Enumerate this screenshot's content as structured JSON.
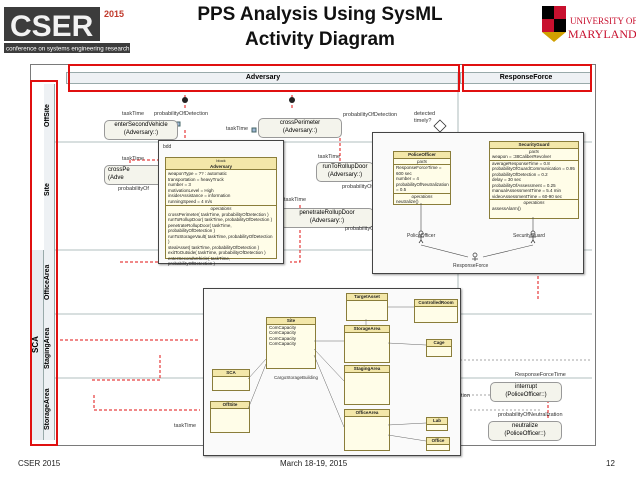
{
  "slide": {
    "title_line1": "PPS Analysis Using SysML",
    "title_line2": "Activity Diagram",
    "footer_left": "CSER 2015",
    "footer_center": "March 18-19, 2015",
    "footer_right": "12"
  },
  "cser_logo": {
    "text": "CSER",
    "year": "2015",
    "subtitle": "conference on systems engineering research"
  },
  "umd_logo": {
    "line1": "UNIVERSITY OF",
    "line2": "MARYLAND"
  },
  "swimlanes": {
    "columns": [
      "Adversary",
      "ResponseForce"
    ],
    "rows": [
      "OffSite",
      "Site",
      "OfficeArea",
      "StagingArea",
      "StorageArea"
    ],
    "group": "SCA"
  },
  "actions": {
    "enter_second_vehicle": {
      "name": "enterSecondVehicle",
      "owner": "(Adversary::)"
    },
    "cross_perimeter": {
      "name": "crossPerimeter",
      "owner": "(Adversary::)"
    },
    "run_to_rollup_door": {
      "name": "runToRollupDoor",
      "owner": "(Adversary::)"
    },
    "penetrate_rollup_door": {
      "name": "penetrateRollupDoor",
      "owner": "(Adversary::)"
    },
    "cross_pe": {
      "name": "crossPe",
      "owner": "(Adve"
    },
    "interrupt": {
      "name": "interrupt",
      "owner": "(PoliceOfficer::)"
    },
    "neutralize": {
      "name": "neutralize",
      "owner": "(PoliceOfficer::)"
    }
  },
  "flow_labels": {
    "task_time_1": "taskTime",
    "prob_detection_1": "probabilityOfDetection",
    "task_time_2": "taskTime",
    "prob_detection_2": "probabilityOfDetection",
    "detected_timely": "detected timely?",
    "task_time_3": "taskTime",
    "task_time_4": "taskTime",
    "prob_of_1": "probabilityOf",
    "task_time_5": "taskTime",
    "prob_detection_3": "probabilityOfDetection",
    "prob_detection_4": "probabilityOfD",
    "response_force_time": "ResponseForceTime",
    "prob_neutralization": "probabilityOfNeutralization",
    "prob_detection_5": "ption",
    "task_time_6": "taskTime"
  },
  "adversary_class": {
    "stereotype": "block",
    "name": "Adversary",
    "attrs": [
      "weaponType = ?? : automatic",
      "transportation = heavyTruck",
      "number = 3",
      "motivationLevel = High",
      "insiderAssistance = information",
      "runningSpeed = 4 m/s"
    ],
    "ops_header": "operations",
    "ops": [
      "crossPerimeter( taskTime, probabilityOfDetection )",
      "runToRollupDoor( taskTime, probabilityOfDetection )",
      "penetrateRollupDoor( taskTime, probabilityOfDetection )",
      "runToStorageVault( taskTime, probabilityOfDetection )",
      "stealAsset( taskTime, probabilityOfDetection )",
      "exitToOutside( taskTime, probabilityOfDetection )",
      "enterSecondVehicle( taskTime, probabilityOfDetection )"
    ]
  },
  "response_classes": {
    "police": {
      "name": "PoliceOfficer",
      "parts_header": "parts",
      "attrs": [
        "ResponseForceTime = 600 sec",
        "number = 4",
        "probabilityOfNeutralization = 0.5"
      ],
      "ops_header": "operations",
      "ops": [
        "neutralize()"
      ]
    },
    "guard": {
      "name": "SecurityGuard",
      "parts_header": "parts",
      "parts": [
        "weapon = :38CaliberRevolver"
      ],
      "attrs": [
        "averageResponseTime = 0.8",
        "probabilityOfGuardCommunication = 0.95",
        "probabilityOfDetection = 0.2",
        "delay = 30 sec",
        "probabilityOfAssessment = 0.25",
        "manualAssessmentTime = 5.4 min",
        "videoAssessmentTime = 60-90 sec"
      ],
      "ops_header": "operations",
      "ops": [
        "assessAlarm()"
      ]
    },
    "labels": {
      "police": "PoliceOfficer",
      "guard": "SecurityGuard",
      "response": "ResponseForce"
    }
  },
  "site_bdd": {
    "site": {
      "name": "Site",
      "rows": [
        "ComCapacity",
        "ComCapacity",
        "ComCapacity",
        "ComCapacity"
      ]
    },
    "target_asset": {
      "name": "TargetAsset"
    },
    "controlled_room": {
      "name": "ControlledRoom"
    },
    "storage_area": {
      "name": "StorageArea"
    },
    "staging_area": {
      "name": "StagingArea"
    },
    "cage": {
      "name": "Cage"
    },
    "sca": {
      "name": "SCA"
    },
    "cargo_building": {
      "name": "CargoStorageBuilding"
    },
    "offsite": {
      "name": "OffSite"
    },
    "office_area": {
      "name": "OfficeArea"
    },
    "lab": {
      "name": "Lab"
    },
    "office": {
      "name": "Office"
    }
  }
}
